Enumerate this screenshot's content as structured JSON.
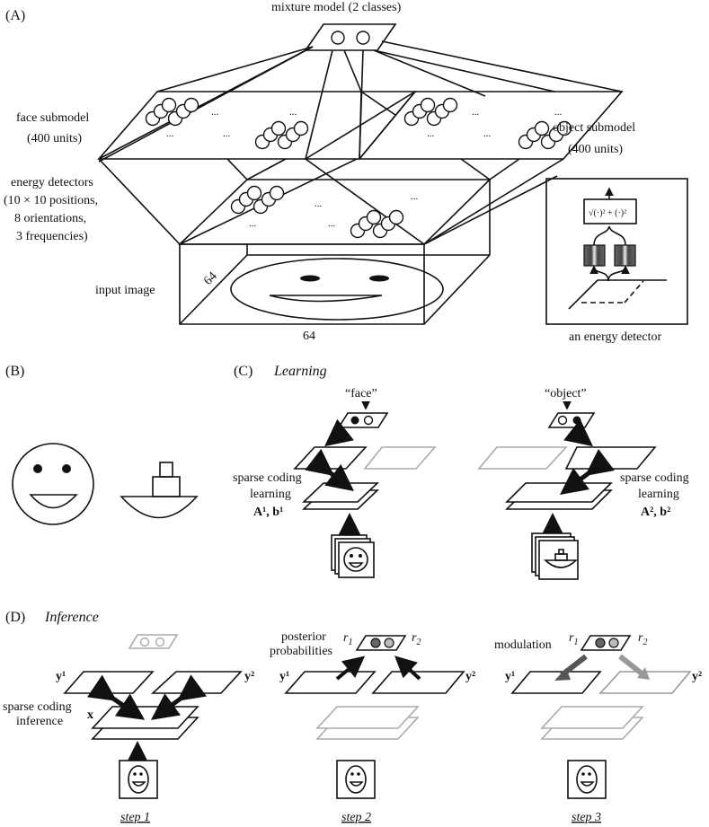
{
  "panels": {
    "A": {
      "label": "(A)",
      "mixture_label": "mixture model  (2 classes)",
      "face_submodel": [
        "face submodel",
        "(400 units)"
      ],
      "object_submodel": [
        "object submodel",
        "(400 units)"
      ],
      "energy_detectors": [
        "energy detectors",
        "(10 × 10 positions,",
        "8 orientations,",
        "3 frequencies)"
      ],
      "input_image": "input image",
      "dim_depth": "64",
      "dim_width": "64",
      "ellipsis": "...",
      "inset": {
        "formula": "√(·)² + (·)²",
        "caption": "an energy detector"
      }
    },
    "B": {
      "label": "(B)"
    },
    "C": {
      "label": "(C)",
      "title": "Learning",
      "face_tag": "“face”",
      "object_tag": "“object”",
      "left_caption": [
        "sparse coding",
        "learning"
      ],
      "left_params": "A¹, b¹",
      "right_caption": [
        "sparse coding",
        "learning"
      ],
      "right_params": "A², b²"
    },
    "D": {
      "label": "(D)",
      "title": "Inference",
      "step1": {
        "y1": "y¹",
        "y2": "y²",
        "x": "x",
        "caption": [
          "sparse coding",
          "inference"
        ],
        "step": "step 1"
      },
      "step2": {
        "caption": [
          "posterior",
          "probabilities"
        ],
        "r1": "r",
        "r1_sub": "1",
        "r2": "r",
        "r2_sub": "2",
        "y1": "y¹",
        "y2": "y²",
        "step": "step 2"
      },
      "step3": {
        "caption": "modulation",
        "r1": "r",
        "r1_sub": "1",
        "r2": "r",
        "r2_sub": "2",
        "y1": "y¹",
        "y2": "y²",
        "step": "step 3"
      }
    }
  },
  "colors": {
    "line": "#111111",
    "faded": "#aaaaaa",
    "posterior_r1": "#666666",
    "posterior_r2": "#bbbbbb",
    "modulation_strong": "#555555",
    "modulation_weak": "#999999"
  }
}
